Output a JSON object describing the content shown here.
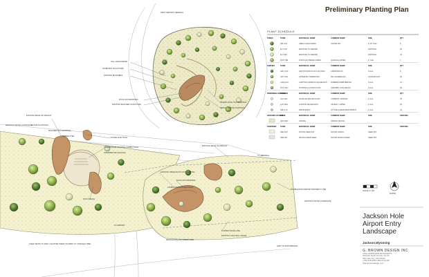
{
  "sheet": {
    "title": "Preliminary Planting Plan",
    "project_name": [
      "Jackson Hole",
      "Airport Entry",
      "Landscape"
    ],
    "location": "Jackson,Wyoming",
    "firm": "G. BROWN DESIGN INC",
    "firm_sub": [
      "SITE LANDSCAPE ARCHITECTS",
      "105 East South Temple, Ste 50",
      "Salt Lake City, Utah 84111",
      "p 801.575.6066  f 801.575.6166",
      "www.gbrowndesign.com"
    ],
    "scale_label": "SCALE  1\"= 80'",
    "north_label": "NORTH"
  },
  "schedule": {
    "title": "PLANT SCHEDULE",
    "header": [
      "TREES",
      "CODE",
      "BOTANICAL NAME",
      "COMMON NAME",
      "SIZE",
      "QTY"
    ],
    "rows": [
      [
        "",
        "ABI LAS",
        "ABIES LASIOCARPA",
        "ALPINE FIR",
        "8'-10' TALL",
        "6"
      ],
      [
        "",
        "EX TOR",
        "EXISTING TO REMAIN",
        "",
        "EXISTING",
        "25"
      ],
      [
        "",
        "EX TRN",
        "EXISTING TO REMAIN",
        "",
        "EXISTING",
        "24"
      ],
      [
        "",
        "POP TRE",
        "POPULUS TREMULOIDES",
        "QUAKING ASPEN",
        "2\" CAL.",
        "7"
      ],
      [
        "SHRUBS",
        "CODE",
        "BOTANICAL NAME",
        "COMMON NAME",
        "SIZE",
        "QTY"
      ],
      [
        "",
        "ARC UVA",
        "ARCTOSTAPHYLOS UVA-URSI",
        "KINNIKINNICK",
        "5 GAL",
        "5"
      ],
      [
        "",
        "ART CAN",
        "ARTEMISIA TRIDENTATA",
        "BIG SAGEBRUSH",
        "TRANSPLANT",
        "25"
      ],
      [
        "",
        "CHR NAU",
        "CHRYSOTHAMNUS NAUSEOSUS",
        "RUBBER RABBITBRUSH",
        "5 GAL",
        "12"
      ],
      [
        "",
        "POT FRU",
        "POTENTILLA FRUTICOSA",
        "SHRUBBY CINQUEFOIL",
        "5 GAL",
        "35"
      ],
      [
        "PERENNIALS/GRASSES",
        "CODE",
        "BOTANICAL NAME",
        "COMMON NAME",
        "SIZE",
        "QTY"
      ],
      [
        "",
        "ACH MIL",
        "ACHILLEA MILLEFOLIUM",
        "COMMON YARROW",
        "1 GAL",
        "35"
      ],
      [
        "",
        "LUP ARG",
        "LUPINUS ARGENTEUS",
        "SILVERY LUPINE",
        "1 GAL",
        "30"
      ],
      [
        "",
        "PEN LYA",
        "PENSTEMON",
        "LITTLEFLOWER PENSTEMON",
        "1 GAL",
        "44"
      ],
      [
        "GROUND COVERS",
        "CODE",
        "BOTANICAL NAME",
        "COMMON NAME",
        "SIZE",
        "SPACING"
      ],
      [
        "",
        "GRA MUL",
        "GRAVEL",
        "GRAVEL MULCH",
        "",
        ""
      ],
      [
        "SOD/SEED",
        "CODE",
        "BOTANICAL NAME",
        "COMMON NAME",
        "SIZE",
        "SPACING"
      ],
      [
        "",
        "SEE NAT",
        "NATIVE SEED MIX",
        "NATIVE GRASS",
        "SEED MIX",
        ""
      ],
      [
        "",
        "SEE WIL",
        "WILDFLOWER SEED",
        "NATIVE WILDFLOWER",
        "SEED MIX",
        ""
      ]
    ]
  },
  "labels": {
    "top": "FIRST AIRPORT TERMINAL",
    "top_left_1": "TALL GRASS BERM",
    "top_left_2": "'INVERTED' SCULPTURE",
    "top_left_3": "EXISTING BOULDERS",
    "top_left_4": "ROCK OUTCROPPING",
    "top_left_5": "EXISTING BOULDER SCULPTURE",
    "top_right_1": "BASKET ROCK OUTCROPPING",
    "top_right_2": "BENCH / NATIVE PLANTINGS",
    "left_1": "EXISTING EDGE OF ASPHALT",
    "left_2": "NATIVE PLANTINGS",
    "left_3": "BOULDER OUTCROPPING",
    "left_4": "STONE DUST PATH",
    "left_5": "EXISTING NATIVE LANDSCAPE",
    "left_6": "TIMBER STEP",
    "left_7": "TIMBER FROM NATIONAL FOREST SIGN",
    "left_8": "INTERPRETIVE SIGNAGE",
    "left_9": "ROCK BENCH",
    "bottom_left": "LINED TENTS TO PATH / SCATTER TREES TO MIMIC TO 'STRAIGHT' BED",
    "mid_1": "EXISTING EDGE OF ASPHALT",
    "mid_2": "ROCK OUTCROPPING",
    "mid_3": "EXISTING TREES ROCK OUTCROPPING",
    "mid_4": "CANDIDATE ROCK MOUNTAIN",
    "mid_5": "DOUBLE ROW AIRPORT PROPERTY LINE",
    "mid_6": "EXISTING NATIVE LANDSCAPE",
    "mid_7": "CURVED FENCE LINE",
    "mid_8": "EXISTING GOLF BALL FENCE",
    "bottom_1": "REVEGETATE DISTURBED AREA",
    "bottom_2": "LIMIT OF DISTURBANCE",
    "to_terminal": "TO TERMINAL",
    "to_airport": "TO AIRPORT"
  }
}
